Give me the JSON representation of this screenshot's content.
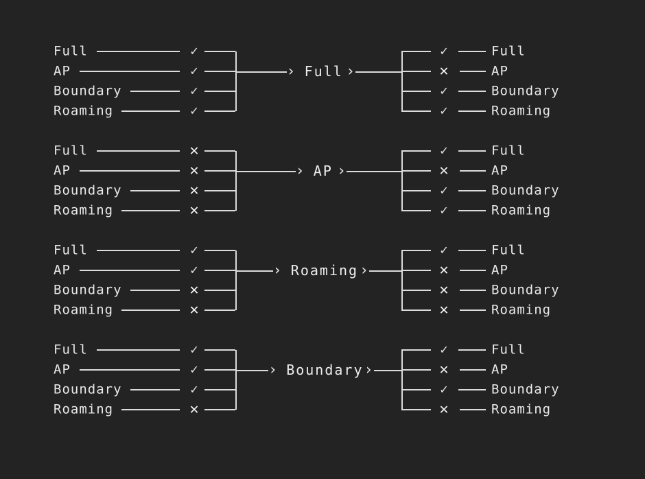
{
  "theme": {
    "background": "#232323",
    "foreground": "#e9e9e9",
    "line": "#dcdcdc"
  },
  "glyphs": {
    "check": "✓",
    "cross": "✕",
    "chevron": "›"
  },
  "input_labels": [
    "Full",
    "AP",
    "Boundary",
    "Roaming"
  ],
  "output_labels": [
    "Full",
    "AP",
    "Boundary",
    "Roaming"
  ],
  "groups": [
    {
      "center": "Full",
      "inputs": [
        {
          "label": "Full",
          "mark": "check"
        },
        {
          "label": "AP",
          "mark": "check"
        },
        {
          "label": "Boundary",
          "mark": "check"
        },
        {
          "label": "Roaming",
          "mark": "check"
        }
      ],
      "outputs": [
        {
          "mark": "check",
          "label": "Full"
        },
        {
          "mark": "cross",
          "label": "AP"
        },
        {
          "mark": "check",
          "label": "Boundary"
        },
        {
          "mark": "check",
          "label": "Roaming"
        }
      ]
    },
    {
      "center": "AP",
      "inputs": [
        {
          "label": "Full",
          "mark": "cross"
        },
        {
          "label": "AP",
          "mark": "cross"
        },
        {
          "label": "Boundary",
          "mark": "cross"
        },
        {
          "label": "Roaming",
          "mark": "cross"
        }
      ],
      "outputs": [
        {
          "mark": "check",
          "label": "Full"
        },
        {
          "mark": "cross",
          "label": "AP"
        },
        {
          "mark": "check",
          "label": "Boundary"
        },
        {
          "mark": "check",
          "label": "Roaming"
        }
      ]
    },
    {
      "center": "Roaming",
      "inputs": [
        {
          "label": "Full",
          "mark": "check"
        },
        {
          "label": "AP",
          "mark": "check"
        },
        {
          "label": "Boundary",
          "mark": "cross"
        },
        {
          "label": "Roaming",
          "mark": "cross"
        }
      ],
      "outputs": [
        {
          "mark": "check",
          "label": "Full"
        },
        {
          "mark": "cross",
          "label": "AP"
        },
        {
          "mark": "cross",
          "label": "Boundary"
        },
        {
          "mark": "cross",
          "label": "Roaming"
        }
      ]
    },
    {
      "center": "Boundary",
      "inputs": [
        {
          "label": "Full",
          "mark": "check"
        },
        {
          "label": "AP",
          "mark": "check"
        },
        {
          "label": "Boundary",
          "mark": "check"
        },
        {
          "label": "Roaming",
          "mark": "cross"
        }
      ],
      "outputs": [
        {
          "mark": "check",
          "label": "Full"
        },
        {
          "mark": "cross",
          "label": "AP"
        },
        {
          "mark": "check",
          "label": "Boundary"
        },
        {
          "mark": "cross",
          "label": "Roaming"
        }
      ]
    }
  ]
}
